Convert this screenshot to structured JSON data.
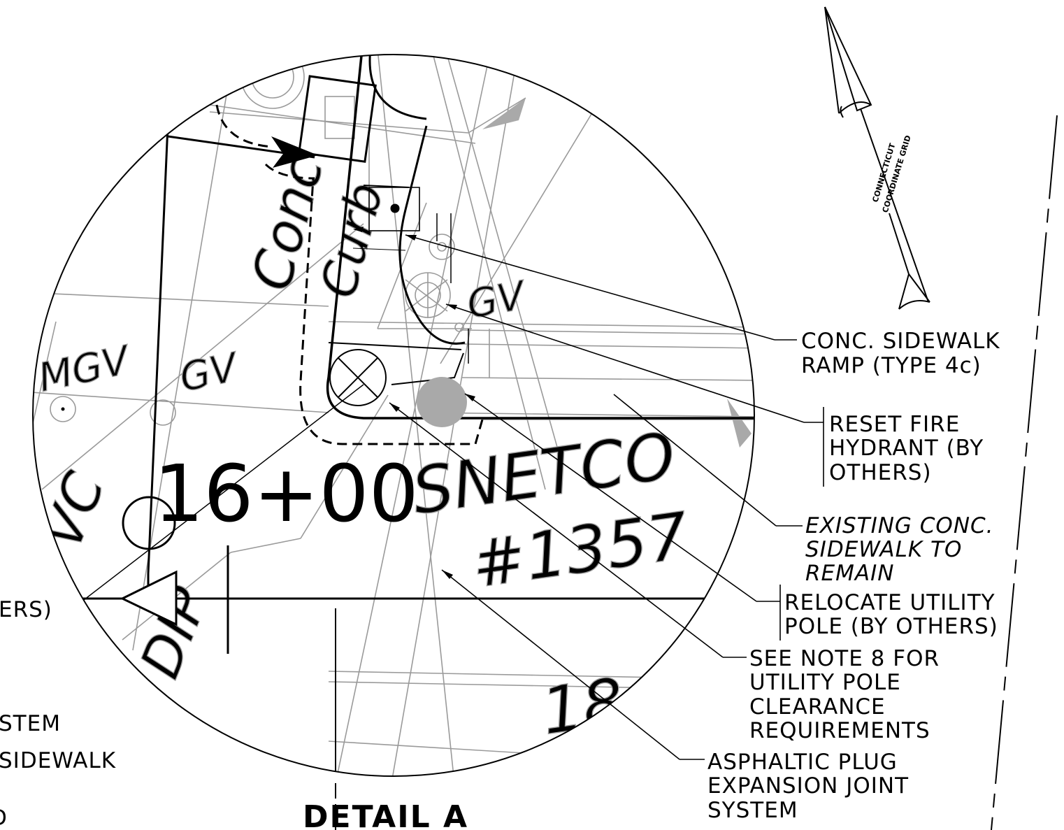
{
  "detail": {
    "title": "DETAIL A",
    "station": "16+00"
  },
  "callouts": {
    "ramp": [
      "CONC. SIDEWALK",
      "RAMP  (TYPE  4c)"
    ],
    "hydrant": [
      "RESET  FIRE",
      "HYDRANT  (BY",
      "OTHERS)"
    ],
    "existing_sidewalk": [
      "EXISTING  CONC.",
      "SIDEWALK  TO",
      "REMAIN"
    ],
    "relocate_pole": [
      "RELOCATE  UTILITY",
      "POLE  (BY  OTHERS)"
    ],
    "see_note": [
      "SEE  NOTE  8  FOR",
      "UTILITY  POLE",
      "CLEARANCE",
      "REQUIREMENTS"
    ],
    "asphaltic_plug": [
      "ASPHALTIC  PLUG",
      "EXPANSION  JOINT",
      "SYSTEM"
    ]
  },
  "left_edge_fragments": {
    "line1": "ERS)",
    "line2": "STEM",
    "line3": "SIDEWALK",
    "line4": "D"
  },
  "background_labels": {
    "conc": "Conc",
    "curb": "Curb",
    "gv_top": "GV",
    "mgv": "MGV",
    "gv_left": "GV",
    "vc": "VC",
    "dip": "DIP",
    "snetco": "SNETCO",
    "pole_number": "#1357",
    "fragment_18": "18"
  },
  "north_arrow": {
    "line1": "CONNECTICUT",
    "line2": "COORDINATE GRID"
  },
  "colors": {
    "ink": "#000000",
    "existing_linework": "#9a9a9a",
    "pole_fill": "#a9a9a9"
  }
}
